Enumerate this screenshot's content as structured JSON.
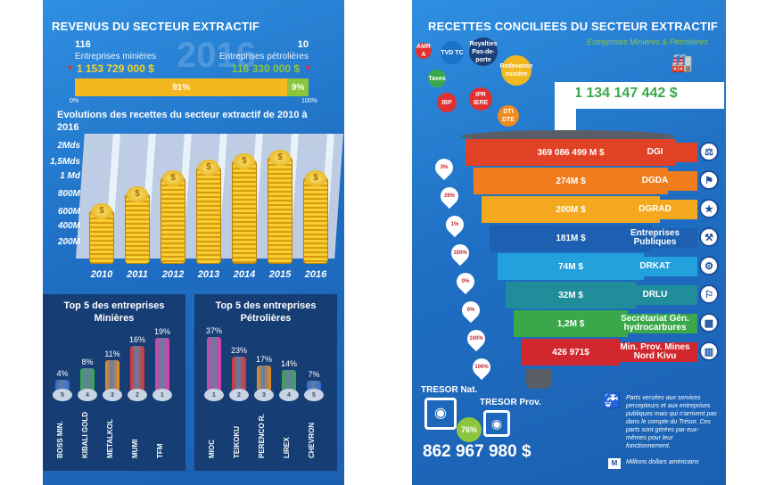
{
  "left": {
    "title": "REVENUS DU SECTEUR EXTRACTIF",
    "watermark_year": "2016",
    "mining": {
      "count": "116",
      "label": "Entreprises minières",
      "amount": "1 153 729 000 $"
    },
    "petroleum": {
      "count": "10",
      "label": "Entreprises pétrolières",
      "amount": "116 330 000 $"
    },
    "bar": {
      "share_a": "91%",
      "share_b": "9%",
      "start": "0%",
      "end": "100%",
      "fraction_a": 0.91
    },
    "chart_title": "Evolutions des recettes  du secteur extractif de 2010 à 2016",
    "chart_data": {
      "type": "bar",
      "categories": [
        "2010",
        "2011",
        "2012",
        "2013",
        "2014",
        "2015",
        "2016"
      ],
      "values": [
        800,
        1050,
        1300,
        1450,
        1550,
        1600,
        1300
      ],
      "ytick_labels": [
        "2Mds",
        "1,5Mds",
        "1 Md",
        "800M",
        "600M",
        "400M",
        "200M"
      ],
      "ylim": [
        0,
        2000
      ]
    },
    "top5_mining": {
      "title": "Top 5 des entreprises Minières",
      "items": [
        {
          "name": "BOSS MIN.",
          "pct": "4%",
          "rank": "5",
          "value": 4,
          "color": "#2b6fd6"
        },
        {
          "name": "KIBALI GOLD",
          "pct": "8%",
          "rank": "4",
          "value": 8,
          "color": "#3aa84a"
        },
        {
          "name": "METALKOL",
          "pct": "11%",
          "rank": "3",
          "value": 11,
          "color": "#ef8a1e"
        },
        {
          "name": "MUMI",
          "pct": "16%",
          "rank": "2",
          "value": 16,
          "color": "#e0302f"
        },
        {
          "name": "TFM",
          "pct": "19%",
          "rank": "1",
          "value": 19,
          "color": "#e33ba8"
        }
      ]
    },
    "top5_petroleum": {
      "title": "Top 5 des entreprises Pétrolières",
      "items": [
        {
          "name": "MIOC",
          "pct": "37%",
          "rank": "1",
          "value": 37,
          "color": "#e33ba8"
        },
        {
          "name": "TEIKOKU",
          "pct": "23%",
          "rank": "2",
          "value": 23,
          "color": "#e0302f"
        },
        {
          "name": "PERENCO R.",
          "pct": "17%",
          "rank": "3",
          "value": 17,
          "color": "#ef8a1e"
        },
        {
          "name": "LIREX",
          "pct": "14%",
          "rank": "4",
          "value": 14,
          "color": "#3aa84a"
        },
        {
          "name": "CHEVRON",
          "pct": "7%",
          "rank": "5",
          "value": 7,
          "color": "#2b6fd6"
        }
      ]
    }
  },
  "right": {
    "title": "RECETTES CONCILIEES DU SECTEUR EXTRACTIF",
    "subtitle": "Entreprises Minières & Pétrolières",
    "total": "1 134 147 442 $",
    "bubbles": [
      {
        "text": "AMR A",
        "color": "#e0302f"
      },
      {
        "text": "TVD TC",
        "color": "#1a73c9"
      },
      {
        "text": "Royalties Pas-de-porte",
        "color": "#1c3f7a"
      },
      {
        "text": "Redevance minière",
        "color": "#f3b820"
      },
      {
        "text": "Taxes",
        "color": "#3aa84a"
      },
      {
        "text": "IBP",
        "color": "#e0302f"
      },
      {
        "text": "IPR IERE",
        "color": "#e0302f"
      },
      {
        "text": "DTI DTE",
        "color": "#ef8a1e"
      }
    ],
    "funnel": [
      {
        "value": "369 086 499 M $",
        "label": "DGI",
        "drop": "3%",
        "color": "#e14226"
      },
      {
        "value": "274M $",
        "label": "DGDA",
        "drop": "26%",
        "color": "#ef7d1e"
      },
      {
        "value": "200M $",
        "label": "DGRAD",
        "drop": "1%",
        "color": "#f4a81d"
      },
      {
        "value": "181M $",
        "label": "Entreprises Publiques",
        "drop": "100%",
        "color": "#1d5fb0"
      },
      {
        "value": "74M $",
        "label": "DRKAT",
        "drop": "0%",
        "color": "#23a1dc"
      },
      {
        "value": "32M $",
        "label": "DRLU",
        "drop": "0%",
        "color": "#1f8e9a"
      },
      {
        "value": "1,2M $",
        "label": "Secrétariat Gén. hydrocarbures",
        "drop": "100%",
        "color": "#3aa84a"
      },
      {
        "value": "426 971$",
        "label": "Min. Prov. Mines Nord Kivu",
        "drop": "100%",
        "color": "#d2272e"
      }
    ],
    "tresor_nat": "TRESOR Nat.",
    "tresor_prov": "TRESOR Prov.",
    "tresor_pct": "76%",
    "tresor_total": "862 967 980 $",
    "note": "Parts versées aux services percepteurs et aux entreprises publiques mais qui n'arrivent pas dans le compte du Trésor. Ces parts sont gérées par eux-mêmes pour leur fonctionnement.",
    "legend_icon": "M",
    "legend_text": "Millions dollars américains"
  }
}
